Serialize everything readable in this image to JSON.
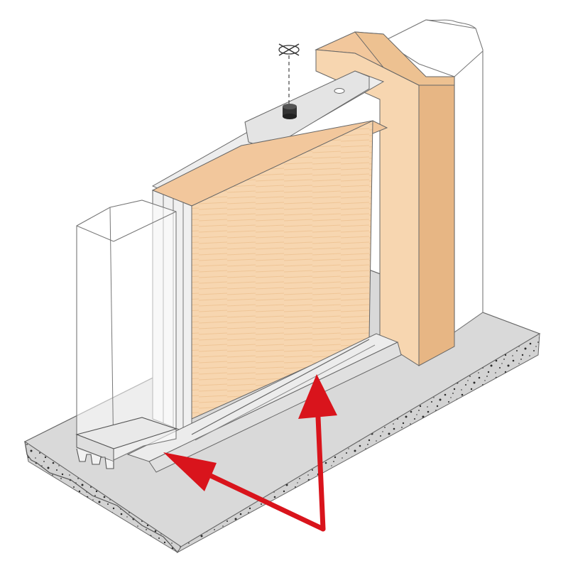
{
  "diagram": {
    "colors": {
      "wood_light": "#f7d6b0",
      "wood_mid": "#f2c79c",
      "wood_dark": "#e7b684",
      "wood_line": "#e9bc8c",
      "aluminium": "#ededed",
      "aluminium_shade": "#d6d6d6",
      "outline": "#555555",
      "glass": "#ffffff",
      "concrete_top": "#d9d9d9",
      "concrete_side": "#d3d3d3",
      "concrete_dots": "#2b2b2b",
      "arrow_red": "#d9141c",
      "roller": "#333333"
    },
    "components": {
      "sliding_door_panel": "wood",
      "fixed_jamb_right": "wood",
      "head_track": "aluminium",
      "bottom_track": "aluminium",
      "floor_slab": "concrete",
      "ghost_frame_left": "glass",
      "ghost_frame_right": "glass"
    },
    "icons": [
      "adjust-screw-icon",
      "roller-guide-icon",
      "arrow-callout-icon"
    ]
  }
}
